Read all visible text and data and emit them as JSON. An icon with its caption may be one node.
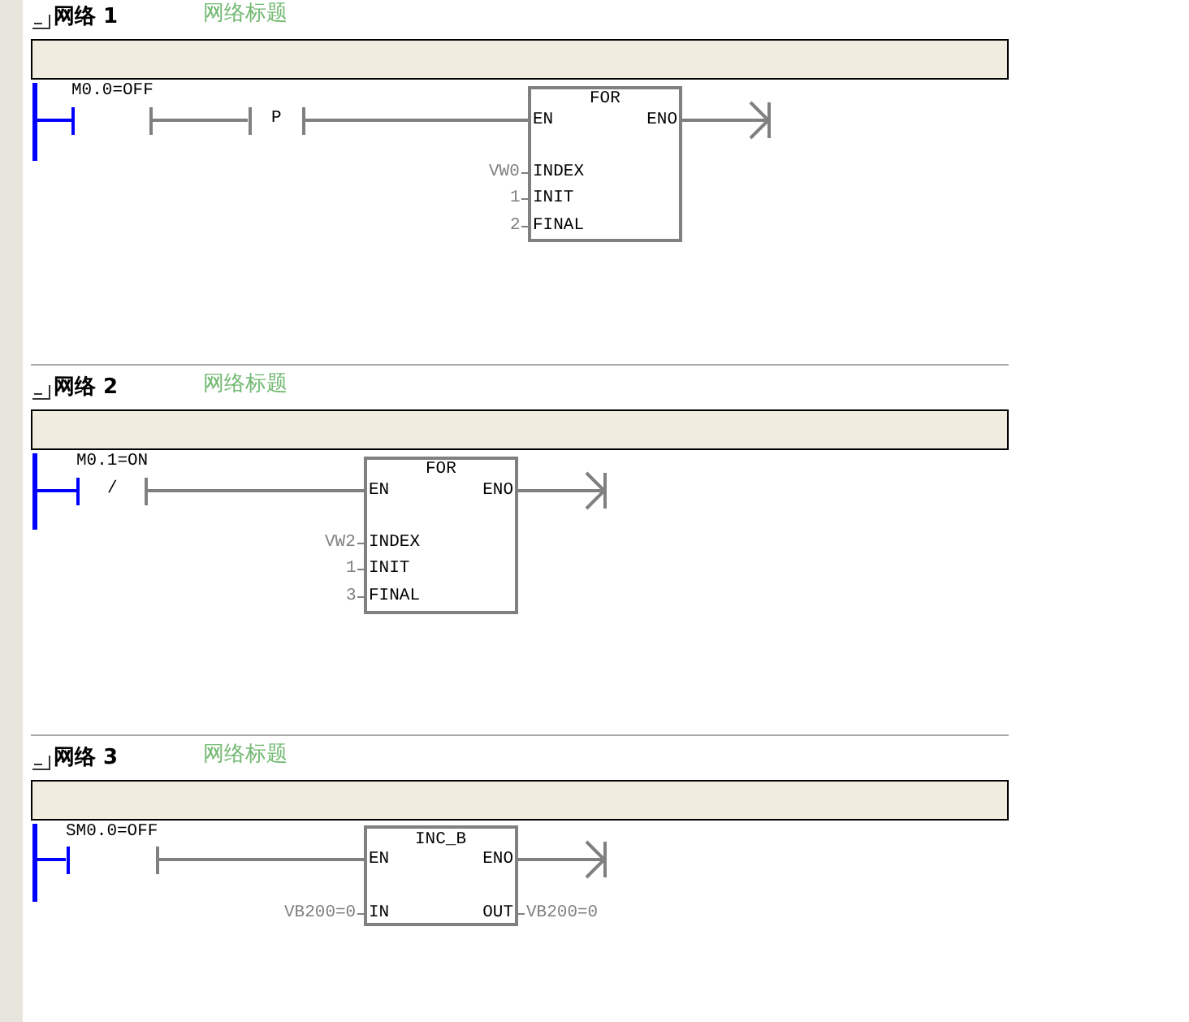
{
  "diagram": {
    "nodes": [
      {
        "text": [],
        "shape": "bar"
      },
      {
        "text": [
          "M0.0=OFF"
        ]
      },
      {
        "text": [
          "P"
        ]
      },
      {
        "text": [
          "FOR",
          "EN",
          "ENO",
          "INDEX",
          "INIT",
          "FINAL"
        ],
        "beside": [
          "VW0",
          "1",
          "2"
        ]
      },
      {
        "text": [],
        "shape": "bar"
      },
      {
        "text": [
          "M0.1=ON",
          "/"
        ]
      },
      {
        "text": [
          "FOR",
          "EN",
          "ENO",
          "INDEX",
          "INIT",
          "FINAL"
        ],
        "beside": [
          "VW2",
          "1",
          "3"
        ]
      },
      {
        "text": [],
        "shape": "bar"
      },
      {
        "text": [
          "SM0.0=OFF"
        ]
      },
      {
        "text": [
          "INC_B",
          "EN",
          "ENO",
          "IN",
          "OUT"
        ],
        "beside": [
          "VB200=0",
          "VB200=0"
        ]
      }
    ],
    "edges": [
      {
        "from": 0,
        "to": 1,
        "arrow": "none",
        "color": "#0000ff"
      },
      {
        "from": 1,
        "to": 2,
        "arrow": "none"
      },
      {
        "from": 2,
        "to": 3,
        "arrow": "none"
      },
      {
        "from": 3,
        "to": null,
        "arrow": "to"
      },
      {
        "from": 4,
        "to": 5,
        "arrow": "none",
        "color": "#0000ff"
      },
      {
        "from": 5,
        "to": 6,
        "arrow": "none"
      },
      {
        "from": 6,
        "to": null,
        "arrow": "to"
      },
      {
        "from": 7,
        "to": 8,
        "arrow": "none",
        "color": "#0000ff"
      },
      {
        "from": 8,
        "to": 9,
        "arrow": "none"
      },
      {
        "from": 9,
        "to": null,
        "arrow": "to"
      }
    ],
    "labels": [
      "网络 1",
      "网络标题",
      "网络 2",
      "网络标题",
      "网络 3",
      "网络标题"
    ]
  }
}
